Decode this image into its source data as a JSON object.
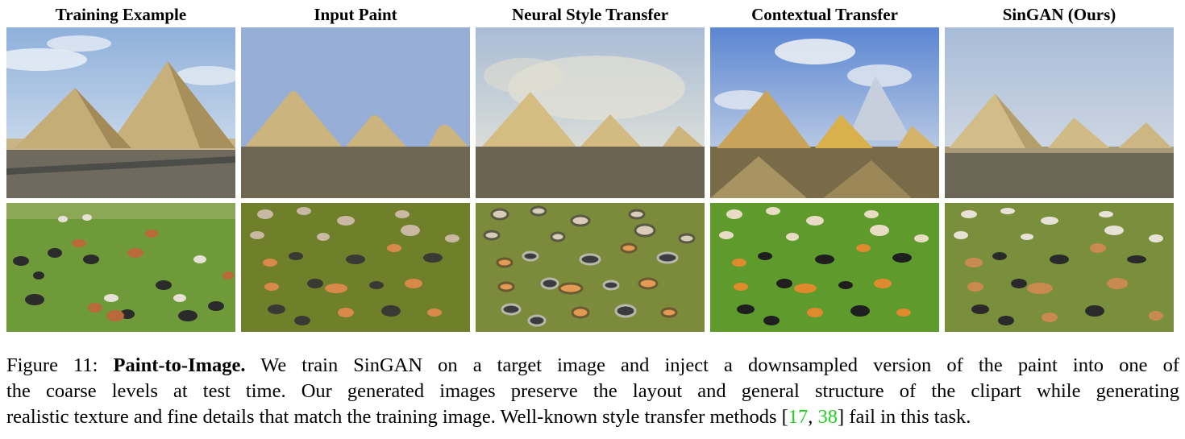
{
  "columns": {
    "c1": "Training Example",
    "c2": "Input Paint",
    "c3": "Neural Style Transfer",
    "c4": "Contextual Transfer",
    "c5": "SinGAN (Ours)"
  },
  "rows": [
    "pyramids",
    "cows"
  ],
  "caption": {
    "figure_label": "Figure 11:",
    "bold_title": "Paint-to-Image.",
    "line1_rest": "We train SinGAN on a target image and inject a downsampled version of the paint into one of",
    "line2": "the coarse levels at test time. Our generated images preserve the layout and general structure of the clipart while generating",
    "line3_pre": "realistic texture and fine details that match the training image. Well-known style transfer methods [",
    "ref1": "17",
    "ref_sep": ", ",
    "ref2": "38",
    "line3_post": "] fail in this task."
  },
  "colors": {
    "citation": "#22d022",
    "paint_sky": "#97afd6",
    "paint_ground": "#6e6853",
    "paint_pyramid": "#cbb47e",
    "paint_grass": "#6f7f2a",
    "paint_cow_dark": "#3a3a34",
    "paint_cow_orange": "#d98a4a",
    "paint_cow_light": "#c9b9a3"
  }
}
